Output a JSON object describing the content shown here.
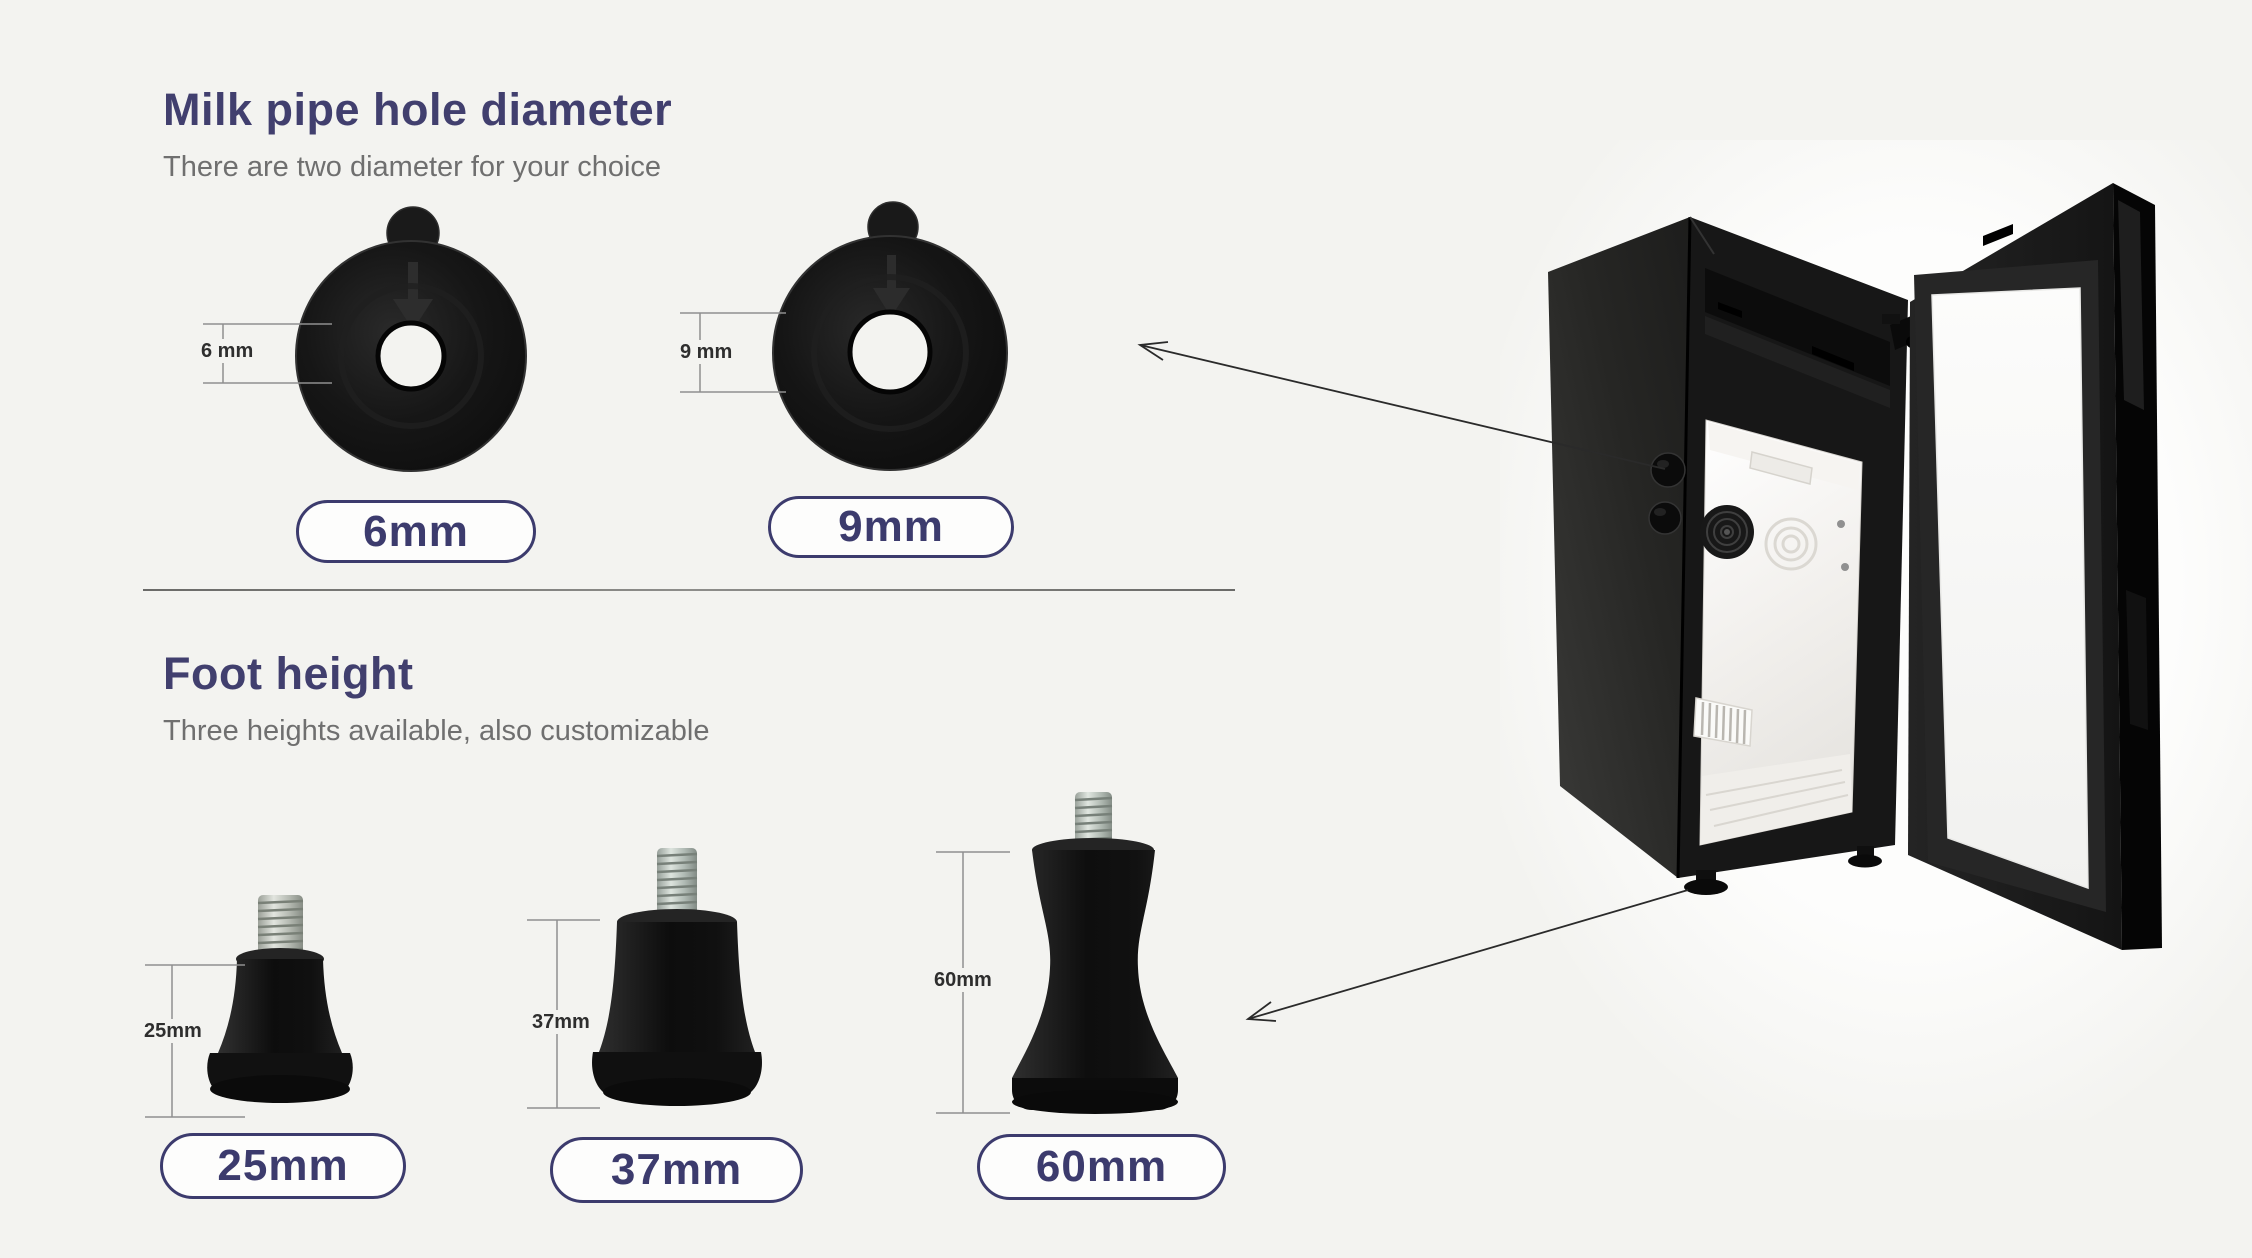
{
  "page": {
    "background": "#f3f3f0",
    "accent_color": "#3c3b6d",
    "subtitle_color": "#6f6f6f"
  },
  "sections": {
    "milk_pipe": {
      "title": "Milk pipe hole diameter",
      "subtitle": "There are two diameter for your choice",
      "options": [
        {
          "label": "6mm",
          "dim": "6 mm"
        },
        {
          "label": "9mm",
          "dim": "9 mm"
        }
      ]
    },
    "foot_height": {
      "title": "Foot height",
      "subtitle": "Three heights available, also customizable",
      "options": [
        {
          "label": "25mm",
          "dim": "25mm"
        },
        {
          "label": "37mm",
          "dim": "37mm"
        },
        {
          "label": "60mm",
          "dim": "60mm"
        }
      ]
    }
  },
  "figures": {
    "grommet_6mm": "black milk-pipe grommet with 6 mm hole",
    "grommet_9mm": "black milk-pipe grommet with 9 mm hole",
    "foot_25mm": "black screw-in foot, 25 mm tall",
    "foot_37mm": "black screw-in foot, 37 mm tall",
    "foot_60mm": "black screw-in foot, 60 mm tall",
    "fridge": "black milk fridge with open glass door and white interior"
  }
}
